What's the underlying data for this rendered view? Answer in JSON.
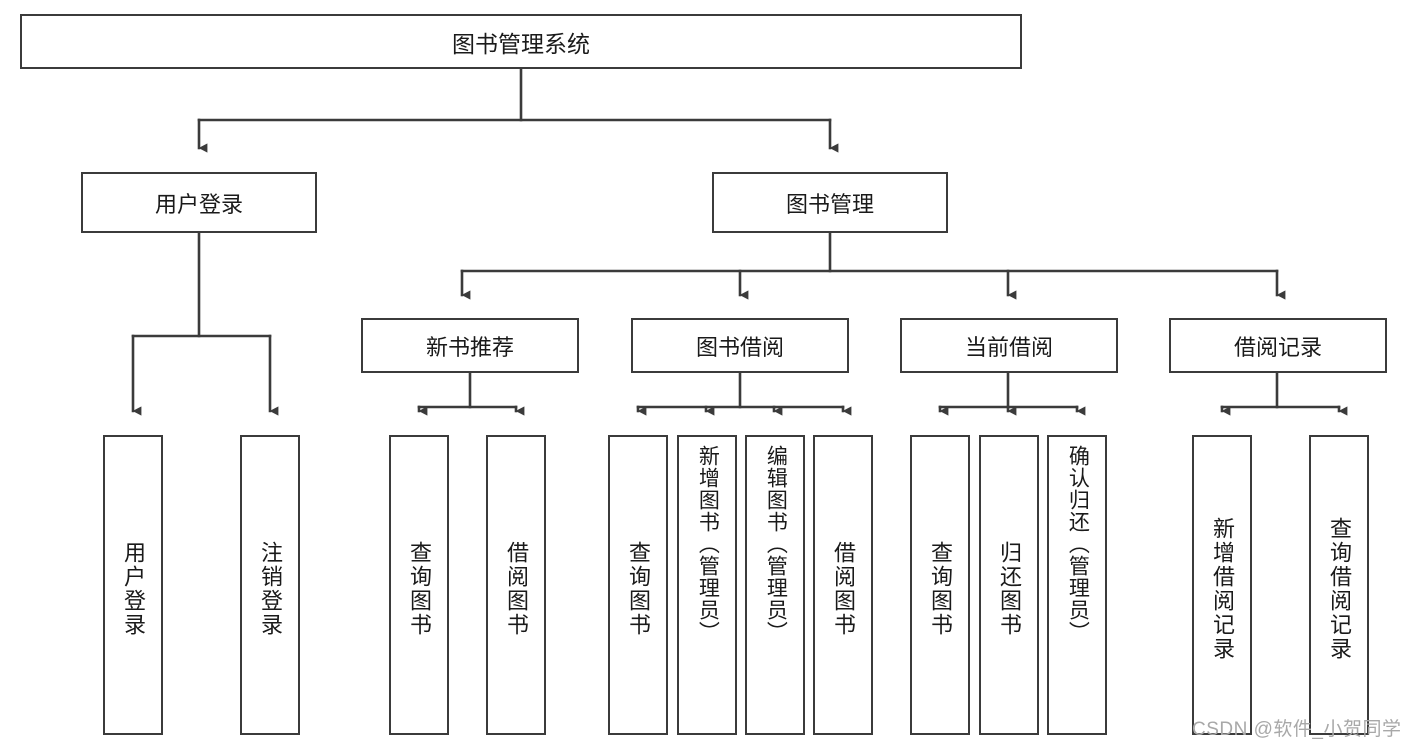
{
  "diagram": {
    "type": "tree",
    "title": "图书管理系统",
    "root": {
      "label": "图书管理系统"
    },
    "level1": [
      {
        "label": "用户登录"
      },
      {
        "label": "图书管理"
      }
    ],
    "level2": [
      {
        "label": "新书推荐"
      },
      {
        "label": "图书借阅"
      },
      {
        "label": "当前借阅"
      },
      {
        "label": "借阅记录"
      }
    ],
    "leaves": {
      "user_login": [
        {
          "label": "用户登录"
        },
        {
          "label": "注销登录"
        }
      ],
      "new_book_recommend": [
        {
          "label": "查询图书"
        },
        {
          "label": "借阅图书"
        }
      ],
      "book_borrow": [
        {
          "label": "查询图书"
        },
        {
          "label": "新增图书（管理员）"
        },
        {
          "label": "编辑图书（管理员）"
        },
        {
          "label": "借阅图书"
        }
      ],
      "current_borrow": [
        {
          "label": "查询图书"
        },
        {
          "label": "归还图书"
        },
        {
          "label": "确认归还（管理员）"
        }
      ],
      "borrow_record": [
        {
          "label": "新增借阅记录"
        },
        {
          "label": "查询借阅记录"
        }
      ]
    }
  },
  "watermark": {
    "text": "CSDN @软件_小贺同学"
  },
  "colors": {
    "stroke": "#3b3b3b",
    "background": "#ffffff",
    "text": "#1a1a1a",
    "watermark": "#a8a8a8"
  }
}
